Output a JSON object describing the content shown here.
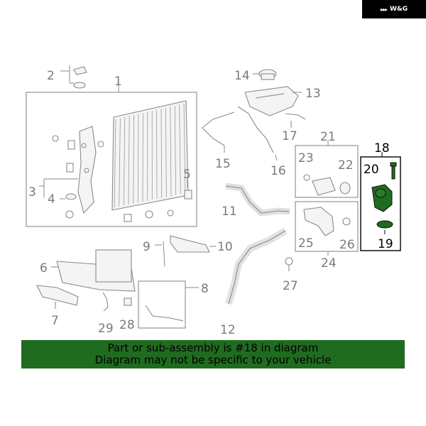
{
  "brand": {
    "logo_text": "W&G",
    "logo_icon": "wings-icon"
  },
  "banner": {
    "line1": "Part or sub-assembly is #18 in diagram",
    "line2": "Diagram may not be specific to your vehicle"
  },
  "callouts": {
    "c1": "1",
    "c2": "2",
    "c3": "3",
    "c4": "4",
    "c5": "5",
    "c6": "6",
    "c7": "7",
    "c8": "8",
    "c9": "9",
    "c10": "10",
    "c11": "11",
    "c12": "12",
    "c13": "13",
    "c14": "14",
    "c15": "15",
    "c16": "16",
    "c17": "17",
    "c18": "18",
    "c19": "19",
    "c20": "20",
    "c21": "21",
    "c22": "22",
    "c23": "23",
    "c24": "24",
    "c25": "25",
    "c26": "26",
    "c27": "27",
    "c28": "28",
    "c29": "29"
  },
  "colors": {
    "highlight": "#1f6b1f",
    "line": "#8a8a8a",
    "label": "#7a7a7a",
    "brand_bg": "#000000"
  }
}
